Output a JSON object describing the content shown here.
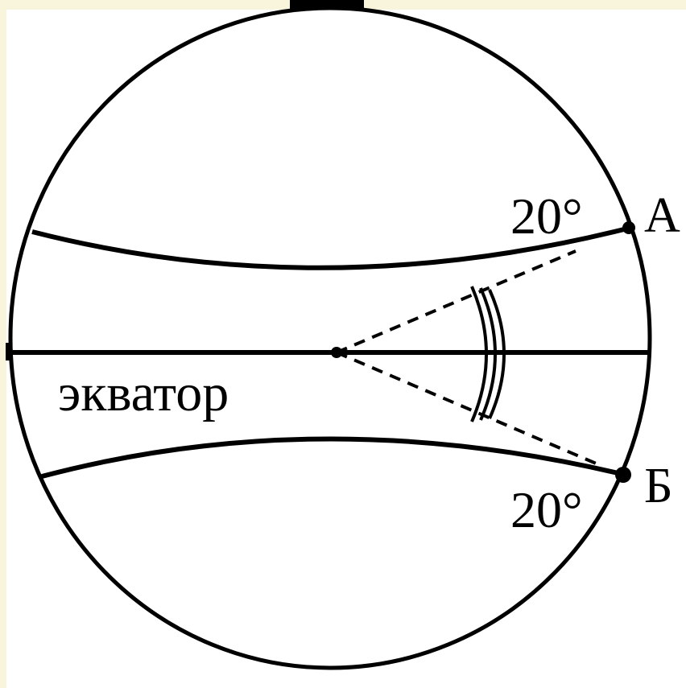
{
  "diagram": {
    "background_color": "#f8f5dc",
    "panel_color": "#ffffff",
    "ink_color": "#000000",
    "labels": {
      "equator": "экватор",
      "angle_north": "20°",
      "angle_south": "20°",
      "point_a": "А",
      "point_b": "Б"
    }
  }
}
